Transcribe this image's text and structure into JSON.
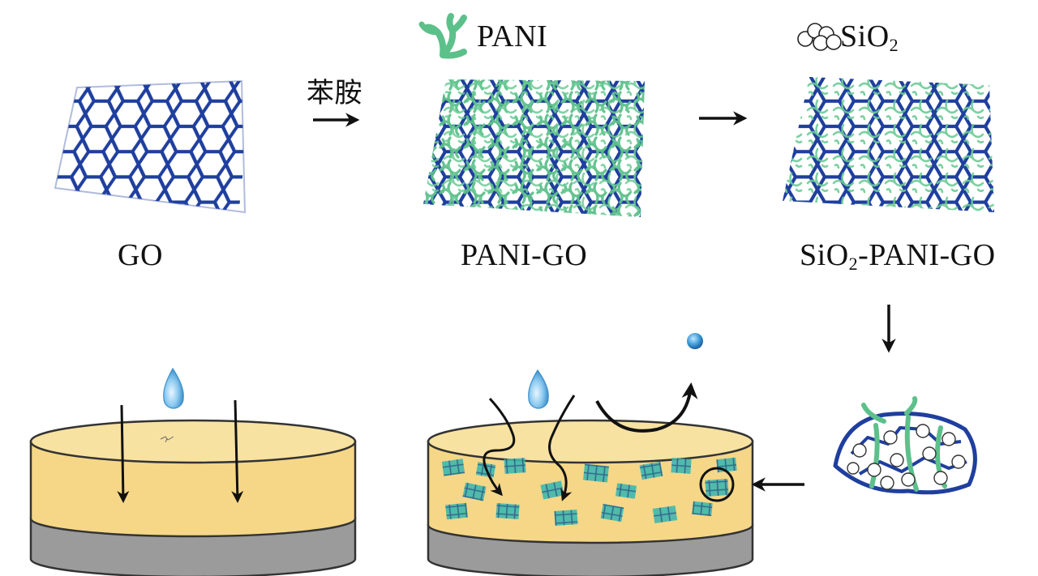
{
  "labels": {
    "go": "GO",
    "reagent": "苯胺",
    "pani_legend": "PANI",
    "pani_go": "PANI-GO",
    "sio2_legend_main": "SiO",
    "sio2_legend_sub": "2",
    "sio2_pani_go_pre": "SiO",
    "sio2_pani_go_sub": "2",
    "sio2_pani_go_post": "-PANI-GO"
  },
  "colors": {
    "graphene": "#1f3f9e",
    "graphene_light": "#3a64c8",
    "pani": "#5cc08a",
    "pani_dark": "#3d9a6a",
    "coating": "#f5d787",
    "coating_top": "#f8e2a2",
    "substrate": "#9b9b9b",
    "arrow": "#111111",
    "water": "#5aa8dc"
  },
  "icons": {
    "pani": "coral-branch-icon",
    "sio2": "sphere-cluster-icon",
    "water": "water-drop-icon"
  }
}
